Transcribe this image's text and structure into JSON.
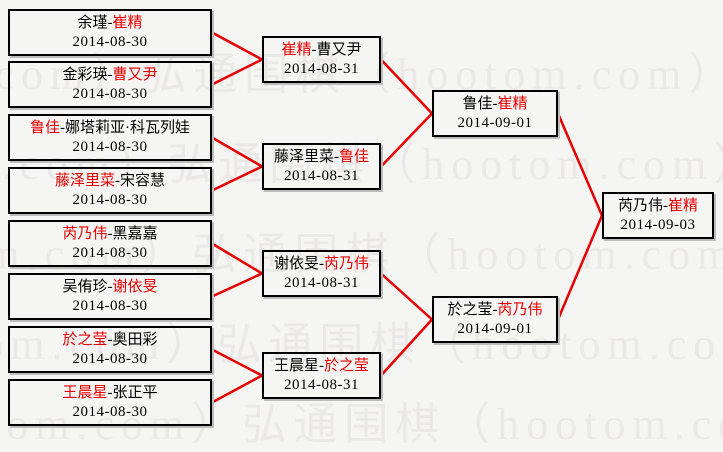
{
  "page": {
    "background": "#f5f5f4",
    "watermark_text": "弘通围棋（hootom.com）",
    "watermark_color": "#eae9e8"
  },
  "colors": {
    "winner": "#e60000",
    "loser": "#000000",
    "line": "#e60000",
    "border": "#000000"
  },
  "separator": "-",
  "matches": [
    {
      "p1": "余瑾",
      "p2": "崔精",
      "p1_color": "#000000",
      "p2_color": "#e60000",
      "date": "2014-08-30"
    },
    {
      "p1": "金彩瑛",
      "p2": "曹又尹",
      "p1_color": "#000000",
      "p2_color": "#e60000",
      "date": "2014-08-30"
    },
    {
      "p1": "鲁佳",
      "p2": "娜塔莉亚·科瓦列娃",
      "p1_color": "#e60000",
      "p2_color": "#000000",
      "date": "2014-08-30"
    },
    {
      "p1": "藤泽里菜",
      "p2": "宋容慧",
      "p1_color": "#e60000",
      "p2_color": "#000000",
      "date": "2014-08-30"
    },
    {
      "p1": "芮乃伟",
      "p2": "黑嘉嘉",
      "p1_color": "#e60000",
      "p2_color": "#000000",
      "date": "2014-08-30"
    },
    {
      "p1": "吴侑珍",
      "p2": "谢依旻",
      "p1_color": "#000000",
      "p2_color": "#e60000",
      "date": "2014-08-30"
    },
    {
      "p1": "於之莹",
      "p2": "奥田彩",
      "p1_color": "#e60000",
      "p2_color": "#000000",
      "date": "2014-08-30"
    },
    {
      "p1": "王晨星",
      "p2": "张正平",
      "p1_color": "#e60000",
      "p2_color": "#000000",
      "date": "2014-08-30"
    },
    {
      "p1": "崔精",
      "p2": "曹又尹",
      "p1_color": "#e60000",
      "p2_color": "#000000",
      "date": "2014-08-31"
    },
    {
      "p1": "藤泽里菜",
      "p2": "鲁佳",
      "p1_color": "#000000",
      "p2_color": "#e60000",
      "date": "2014-08-31"
    },
    {
      "p1": "谢依旻",
      "p2": "芮乃伟",
      "p1_color": "#000000",
      "p2_color": "#e60000",
      "date": "2014-08-31"
    },
    {
      "p1": "王晨星",
      "p2": "於之莹",
      "p1_color": "#000000",
      "p2_color": "#e60000",
      "date": "2014-08-31"
    },
    {
      "p1": "鲁佳",
      "p2": "崔精",
      "p1_color": "#000000",
      "p2_color": "#e60000",
      "date": "2014-09-01"
    },
    {
      "p1": "於之莹",
      "p2": "芮乃伟",
      "p1_color": "#000000",
      "p2_color": "#e60000",
      "date": "2014-09-01"
    },
    {
      "p1": "芮乃伟",
      "p2": "崔精",
      "p1_color": "#000000",
      "p2_color": "#e60000",
      "date": "2014-09-03"
    }
  ]
}
